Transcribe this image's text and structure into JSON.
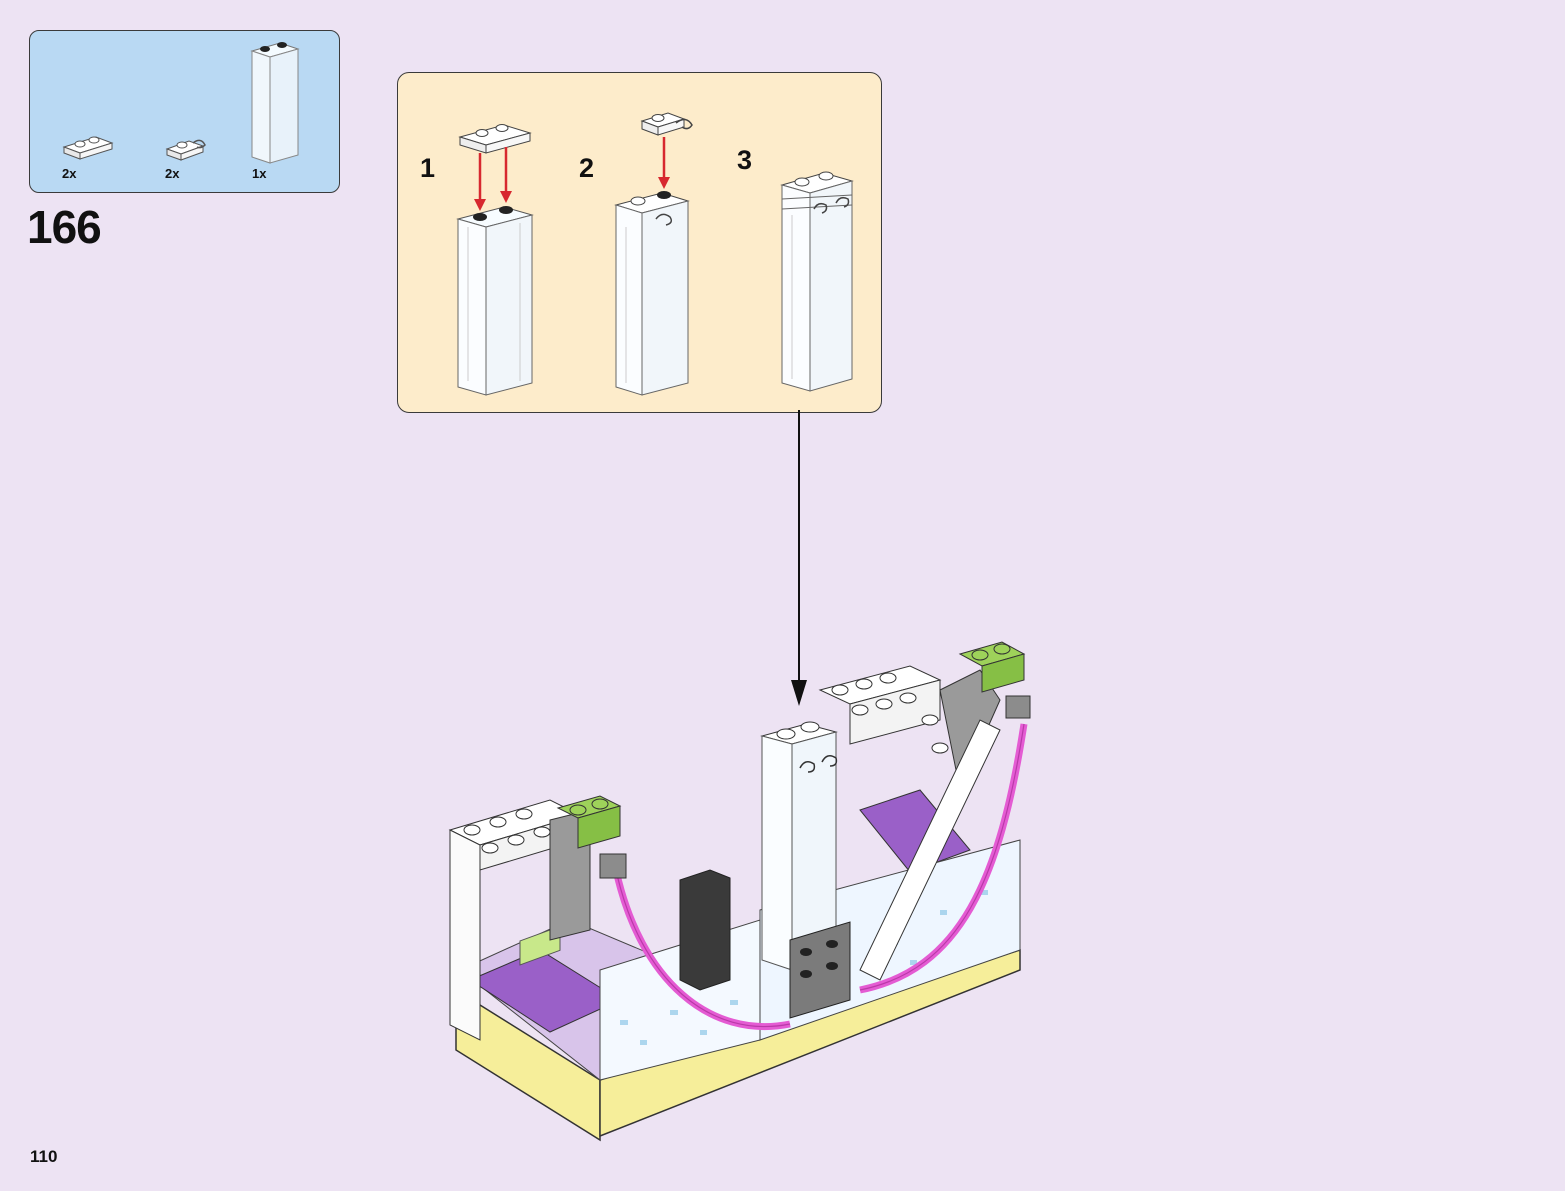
{
  "parts_list": [
    {
      "name": "plate-1x2",
      "qty": "2x"
    },
    {
      "name": "plate-1x1-clip",
      "qty": "2x"
    },
    {
      "name": "brick-1x2x5-transparent",
      "qty": "1x"
    }
  ],
  "step": {
    "number": "166"
  },
  "substeps": [
    {
      "label": "1"
    },
    {
      "label": "2"
    },
    {
      "label": "3"
    }
  ],
  "page": {
    "number": "110"
  },
  "colors": {
    "background": "#ede3f3",
    "parts_box": "#b9d9f3",
    "substep_box": "#fdeccb",
    "arrow_red": "#d7282f",
    "magenta_hose": "#e45bd3",
    "purple": "#9a60c8",
    "lime": "#9ed25a",
    "yellow_base": "#f6ee9a"
  }
}
